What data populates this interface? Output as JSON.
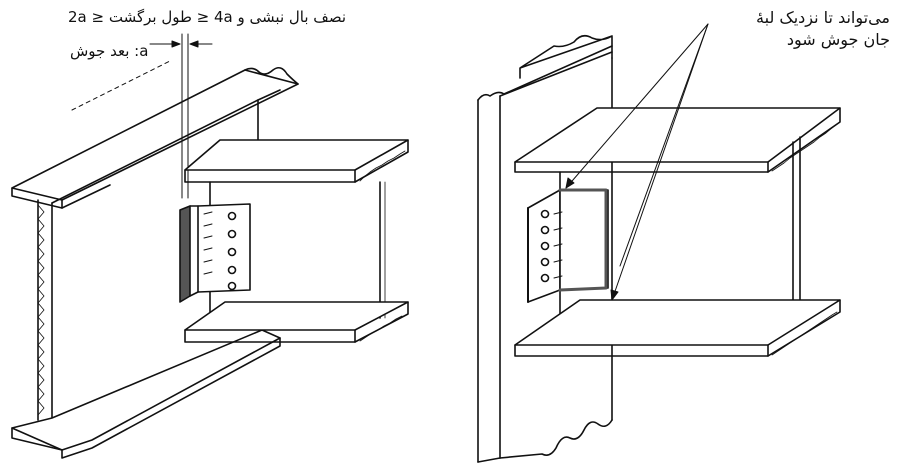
{
  "left_figure": {
    "note_line_1": "نصف بال نبشی و  4a  ≤ طول برگشت ≤  2a",
    "note_line_2": "a: بعد جوش"
  },
  "right_figure": {
    "note_line_1": "می‌تواند تا نزدیک لبهٔ",
    "note_line_2": "جان جوش شود"
  },
  "colors": {
    "ink": "#111111",
    "weld": "#555555",
    "paper": "#ffffff"
  }
}
